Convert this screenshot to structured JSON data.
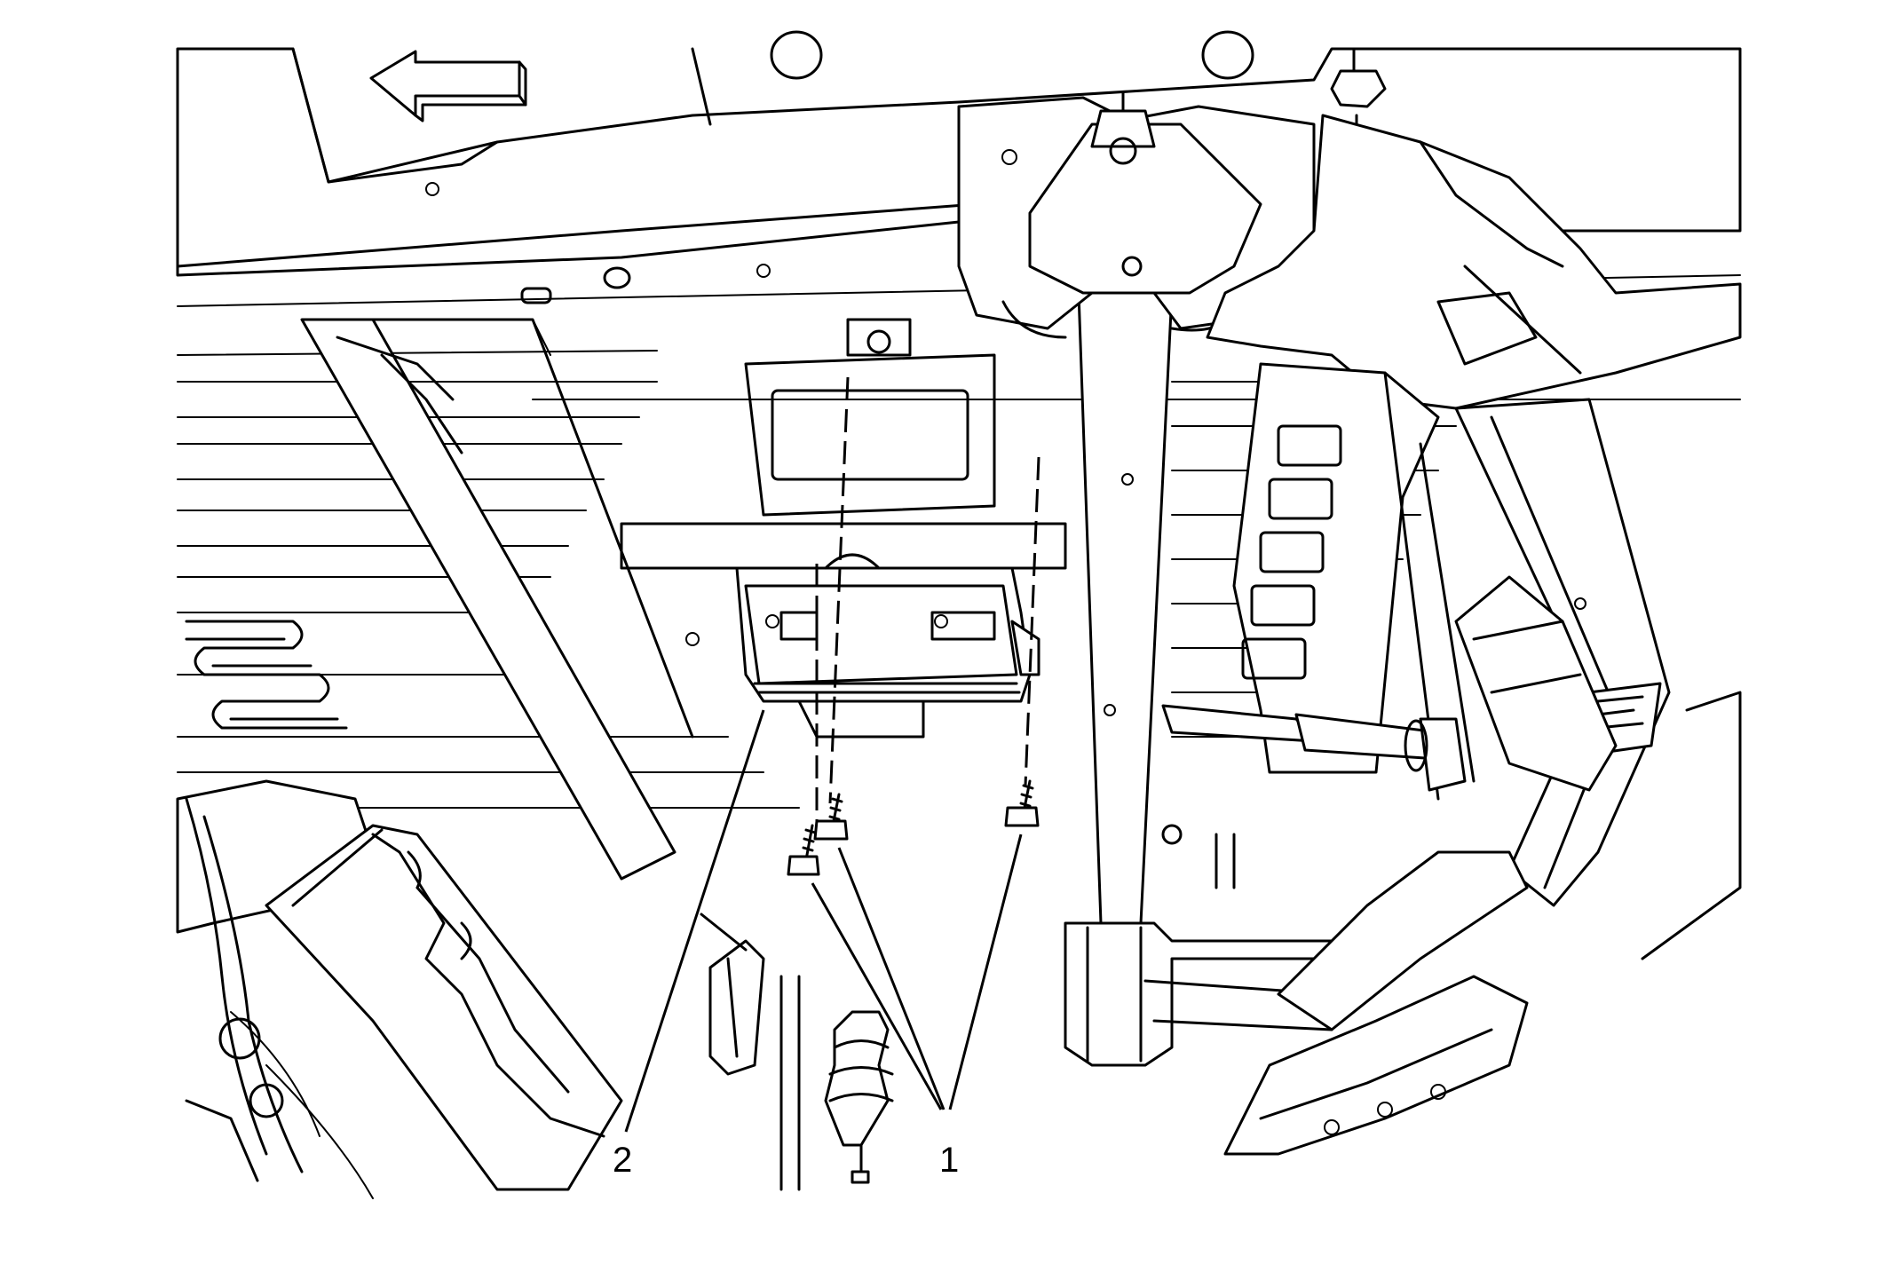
{
  "figure": {
    "callouts": [
      {
        "id": "c1",
        "label": "1",
        "part": "bolts"
      },
      {
        "id": "c2",
        "label": "2",
        "part": "control module"
      }
    ],
    "direction_arrow": "forward-arrow-icon",
    "colors": {
      "line": "#000000",
      "background": "#ffffff"
    }
  }
}
